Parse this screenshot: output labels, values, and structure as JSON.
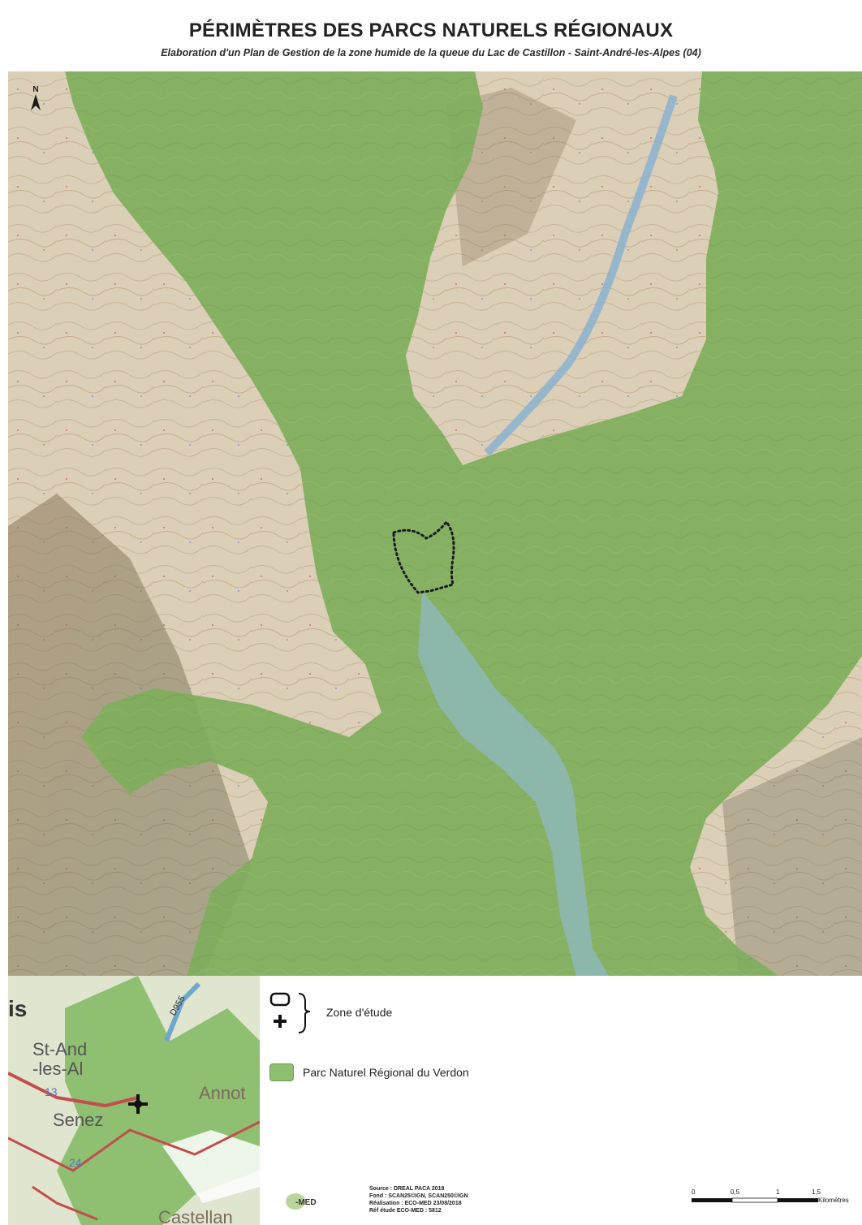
{
  "map": {
    "title": "PÉRIMÈTRES DES PARCS NATURELS RÉGIONAUX",
    "subtitle": "Elaboration d'un Plan de Gestion de la zone humide de la queue du Lac de Castillon - Saint-André-les-Alpes (04)",
    "north_label": "N",
    "colors": {
      "park_fill": "#7fae5c",
      "topo_base": "#d9cbb4",
      "relief": "#9c8466",
      "lake": "#8fb9b8",
      "study_outline": "#1a1a1a"
    }
  },
  "inset": {
    "labels": {
      "corner": "is",
      "town_1": "St-And",
      "town_2": "-les-Al",
      "town_3": "Senez",
      "town_4": "Annot",
      "town_5": "Castellan",
      "road_label": "D955",
      "road_num_1": "13",
      "road_num_2": "24"
    }
  },
  "legend": {
    "study_zone": "Zone d'étude",
    "park": "Parc Naturel Régional du Verdon"
  },
  "credits": {
    "logo_text": "-MED",
    "lines": [
      "Source : DREAL PACA 2018",
      "Fond : SCAN25©IGN, SCAN250©IGN",
      "Réalisation : ECO-MED 23/08/2018",
      "Réf étude ECO-MED : 5812"
    ]
  },
  "scale": {
    "ticks": [
      "0",
      "0,5",
      "1",
      "1,5"
    ],
    "unit": "Kilomètres"
  }
}
